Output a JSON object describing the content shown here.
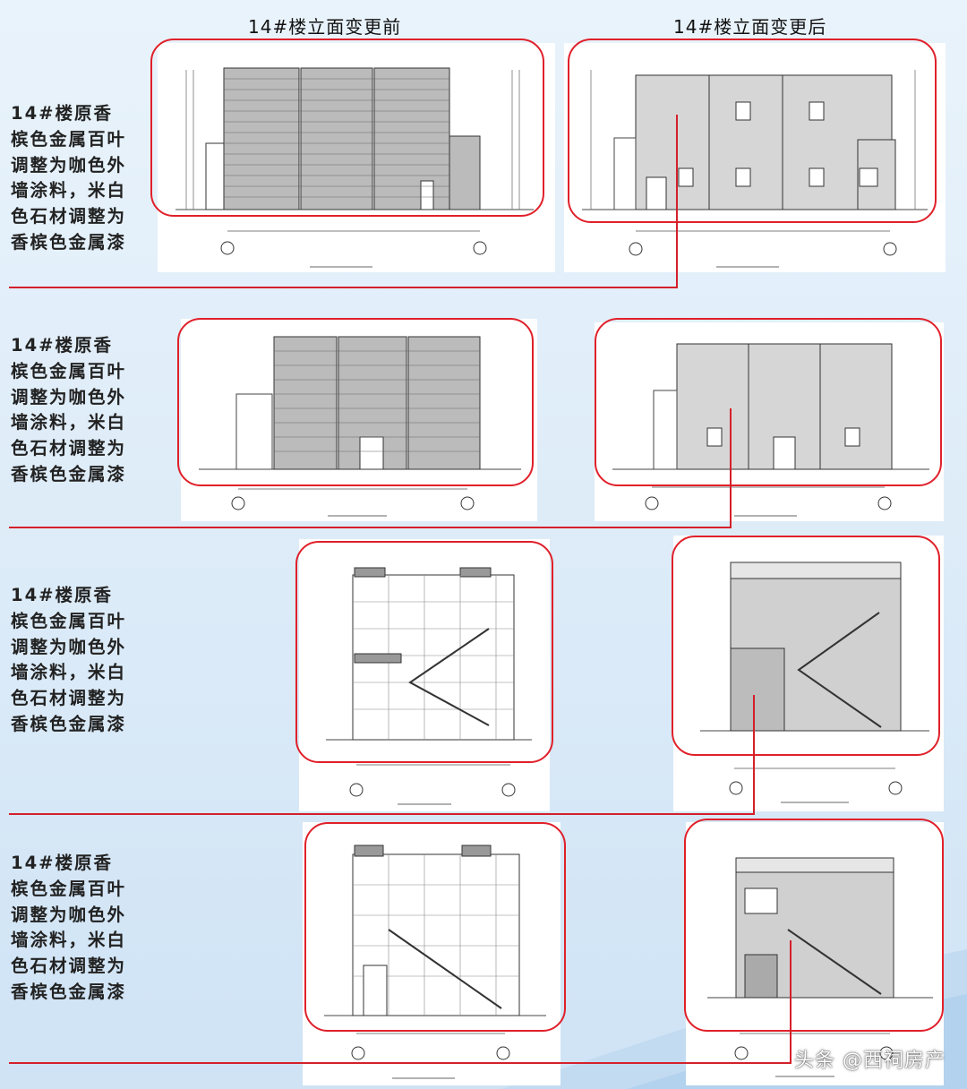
{
  "headers": {
    "before": "14#楼立面变更前",
    "after": "14#楼立面变更后"
  },
  "rows": [
    {
      "note": "14#楼原香槟色金属百叶调整为咖色外墙涂料，米白色石材调整为香槟色金属漆"
    },
    {
      "note": "14#楼原香槟色金属百叶调整为咖色外墙涂料，米白色石材调整为香槟色金属漆"
    },
    {
      "note": "14#楼原香槟色金属百叶调整为咖色外墙涂料，米白色石材调整为香槟色金属漆"
    },
    {
      "note": "14#楼原香槟色金属百叶调整为咖色外墙涂料，米白色石材调整为香槟色金属漆"
    }
  ],
  "watermark": "头条 @西祠房产",
  "colors": {
    "accent_red": "#e0202a",
    "line_red": "#d4202a"
  }
}
